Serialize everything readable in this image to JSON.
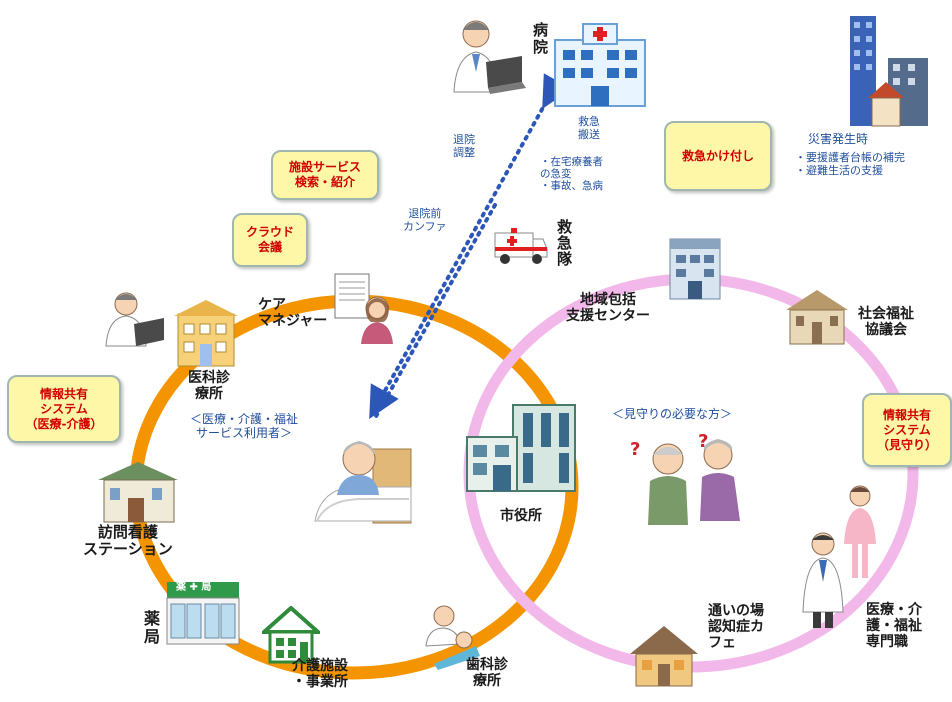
{
  "labels": {
    "hospital": "病\n院",
    "discharge_coordination": "退院\n調整",
    "emergency_transport": "救急\n搬送",
    "home_care_note": "・在宅療養者\nの急変\n・事故、急病",
    "preadmission_conference": "退院前\nカンファ",
    "ambulance_team": "救\n急\n隊",
    "disaster_title": "災害発生時",
    "disaster_items": "・要援護者台帳の補完\n・避難生活の支援",
    "care_manager": "ケア\nマネジャー",
    "medical_clinic": "医科診\n療所",
    "service_user": "＜医療・介護・福祉\nサービス利用者＞",
    "visiting_nurse": "訪問看護\nステーション",
    "pharmacy": "薬\n局",
    "care_facility": "介護施設\n・事業所",
    "dental_clinic": "歯科診\n療所",
    "community_center": "地域包括\n支援センター",
    "social_welfare": "社会福祉\n協議会",
    "watch_person": "＜見守りの必要な方＞",
    "city_hall": "市役所",
    "dementia_cafe": "通いの場\n認知症カ\nフェ",
    "professionals": "医療・介\n護・福祉\n専門職"
  },
  "boxes": {
    "facility_search": "施設サービス\n検索・紹介",
    "cloud_meeting": "クラウド\n会議",
    "info_share_medical": "情報共有\nシステム\n（医療-介護）",
    "emergency_alert": "救急かけ付し",
    "info_share_watch": "情報共有\nシステム\n（見守り）"
  },
  "pharmacy_sign": "薬 ✚ 局",
  "colors": {
    "orange_circle": "#f39400",
    "pink_circle": "#f3b8ea",
    "dotted_arrow": "#2c56b8",
    "box_fill": "#fff7a8",
    "box_text": "#d10000"
  }
}
